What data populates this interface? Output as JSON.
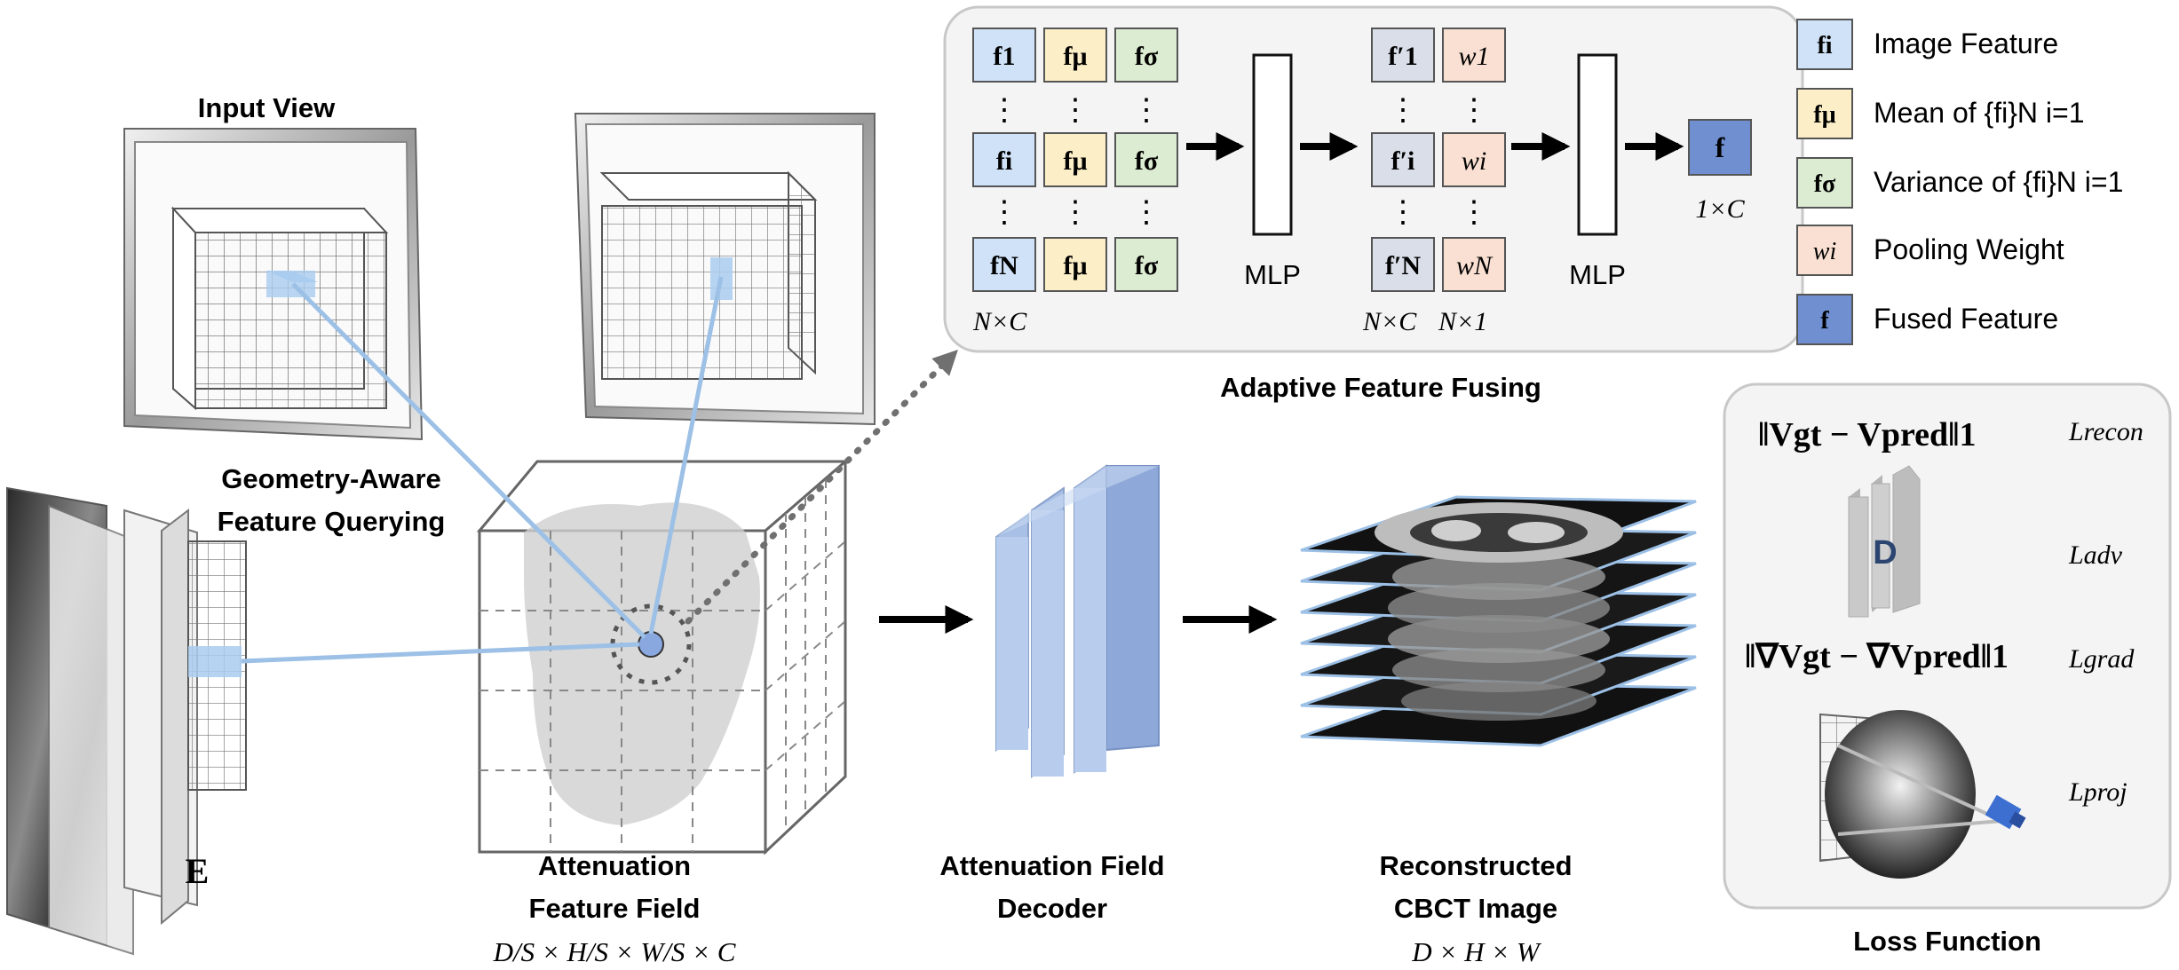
{
  "adaptive_fusing": {
    "title": "Adaptive Feature Fusing",
    "col1_labels": [
      "f1",
      "fi",
      "fN"
    ],
    "col2_label": "fμ",
    "col3_label": "fσ",
    "col4_labels": [
      "f′1",
      "f′i",
      "f′N"
    ],
    "col5_labels": [
      "w1",
      "wi",
      "wN"
    ],
    "dots": "⋮",
    "mlp1": "MLP",
    "mlp2": "MLP",
    "output_label": "f",
    "dim_input": "N×C",
    "dim_mid_1": "N×C",
    "dim_mid_2": "N×1",
    "dim_output": "1×C"
  },
  "legend": {
    "items": [
      {
        "symbol": "fi",
        "text": "Image Feature",
        "color": "#cfe2f7"
      },
      {
        "symbol": "fμ",
        "text": "Mean of {fi}N i=1",
        "color": "#fcefc7"
      },
      {
        "symbol": "fσ",
        "text": "Variance of {fi}N i=1",
        "color": "#dcecd2"
      },
      {
        "symbol": "wi",
        "text": "Pooling Weight",
        "color": "#f9e0d2"
      },
      {
        "symbol": "f",
        "text": "Fused Feature",
        "color": "#6f8fd0"
      }
    ]
  },
  "left": {
    "input_view": "Input View",
    "querying_line1": "Geometry-Aware",
    "querying_line2": "Feature Querying",
    "encoder": "E"
  },
  "stages": {
    "feature_field_line1": "Attenuation",
    "feature_field_line2": "Feature Field",
    "feature_field_dim": "D/S × H/S × W/S × C",
    "decoder_line1": "Attenuation Field",
    "decoder_line2": "Decoder",
    "cbct_line1": "Reconstructed",
    "cbct_line2": "CBCT Image",
    "cbct_dim": "D × H × W"
  },
  "loss": {
    "title": "Loss Function",
    "recon_expr": "‖Vgt − Vpred‖1",
    "recon_name": "Lrecon",
    "disc_label": "D",
    "adv_name": "Ladv",
    "grad_expr": "‖∇Vgt − ∇Vpred‖1",
    "grad_name": "Lgrad",
    "proj_name": "Lproj"
  },
  "colors": {
    "image_feature": "#cfe2f7",
    "mean_feature": "#fcefc7",
    "variance_feature": "#dcecd2",
    "pooling_weight": "#f9e0d2",
    "fused_feature": "#6f8fd0",
    "prime_feature": "#d9dee8",
    "ray": "#9cc0e6",
    "decoder": "#a9c0e6",
    "panel_bg": "#f4f4f4",
    "panel_border": "#c8c8c8"
  }
}
